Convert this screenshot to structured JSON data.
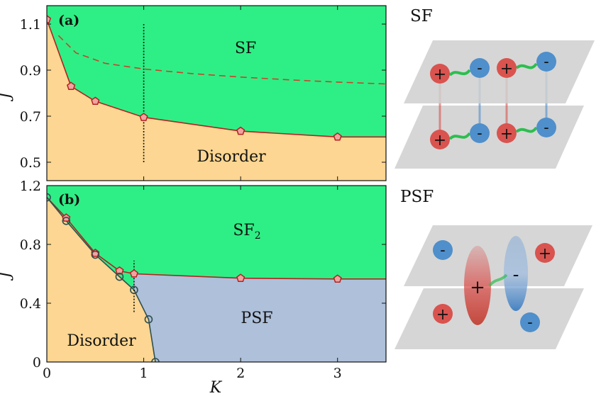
{
  "colors": {
    "sf": "#2EEF85",
    "disorder": "#FCD692",
    "psf": "#AEC0DA",
    "boundary_red": "#B22222",
    "boundary_dark": "#2F4F4F",
    "dashed": "#C8422B",
    "plane": "#CFCFCF",
    "plus_ball": "#D9534F",
    "minus_ball": "#4F8FCB",
    "bond_green": "#2DBE4F"
  },
  "chart_data": [
    {
      "type": "area",
      "panel_label": "(a)",
      "xlabel": "",
      "ylabel": "J",
      "xlim": [
        0,
        3.5
      ],
      "ylim": [
        0.42,
        1.18
      ],
      "yticks": [
        "1.1",
        "0.9",
        "0.7",
        "0.5"
      ],
      "ytick_values": [
        1.1,
        0.9,
        0.7,
        0.5
      ],
      "region_labels": {
        "upper": "SF",
        "lower": "Disorder"
      },
      "boundary": {
        "x": [
          0,
          0.25,
          0.5,
          1.0,
          2.0,
          3.0,
          3.5
        ],
        "y": [
          1.12,
          0.83,
          0.765,
          0.695,
          0.635,
          0.61,
          0.61
        ]
      },
      "markers": {
        "x": [
          0,
          0.25,
          0.5,
          1.0,
          2.0,
          3.0
        ],
        "y": [
          1.12,
          0.83,
          0.765,
          0.695,
          0.635,
          0.61
        ]
      },
      "dashed_curve": {
        "x": [
          0.12,
          0.3,
          0.6,
          1.0,
          1.5,
          2.0,
          2.5,
          3.0,
          3.5
        ],
        "y": [
          1.05,
          0.975,
          0.93,
          0.905,
          0.885,
          0.87,
          0.858,
          0.848,
          0.84
        ]
      },
      "vertical_dotted": {
        "x": 1.0,
        "y_from": 0.5,
        "y_to": 1.1
      },
      "grid": false
    },
    {
      "type": "area",
      "panel_label": "(b)",
      "xlabel": "K",
      "ylabel": "J",
      "xlim": [
        0,
        3.5
      ],
      "ylim": [
        0,
        1.2
      ],
      "xticks": [
        "0",
        "1",
        "2",
        "3"
      ],
      "xtick_values": [
        0,
        1,
        2,
        3
      ],
      "yticks": [
        "1.2",
        "0.8",
        "0.4",
        "0"
      ],
      "ytick_values": [
        1.2,
        0.8,
        0.4,
        0
      ],
      "region_labels": {
        "upper": "SF",
        "upper_subscript": "2",
        "right": "PSF",
        "left": "Disorder"
      },
      "red_boundary": {
        "x": [
          0,
          0.2,
          0.5,
          0.75,
          0.9,
          2.0,
          3.0,
          3.5
        ],
        "y": [
          1.12,
          0.98,
          0.74,
          0.62,
          0.6,
          0.57,
          0.565,
          0.565
        ]
      },
      "red_markers": {
        "x": [
          0.2,
          0.5,
          0.75,
          0.9,
          2.0,
          3.0
        ],
        "y": [
          0.98,
          0.74,
          0.62,
          0.6,
          0.57,
          0.565
        ]
      },
      "dark_boundary": {
        "x": [
          0,
          0.2,
          0.5,
          0.75,
          0.9,
          1.05,
          1.12
        ],
        "y": [
          1.12,
          0.96,
          0.73,
          0.58,
          0.49,
          0.29,
          0.0
        ]
      },
      "dark_markers": {
        "x": [
          0,
          0.2,
          0.5,
          0.75,
          0.9,
          1.05,
          1.12
        ],
        "y": [
          1.12,
          0.96,
          0.73,
          0.58,
          0.49,
          0.29,
          0.0
        ]
      },
      "vertical_dotted": {
        "x": 0.9,
        "y_from": 0.34,
        "y_to": 0.69
      },
      "grid": false
    }
  ],
  "schematics": {
    "top": {
      "title": "SF",
      "top_plane_balls": [
        "+",
        "-",
        "+",
        "-"
      ],
      "bottom_plane_balls": [
        "+",
        "-",
        "+",
        "-"
      ]
    },
    "bottom": {
      "title": "PSF",
      "loose_balls": [
        "-",
        "+",
        "+",
        "-"
      ],
      "pair_labels": [
        "+",
        "-"
      ]
    }
  }
}
